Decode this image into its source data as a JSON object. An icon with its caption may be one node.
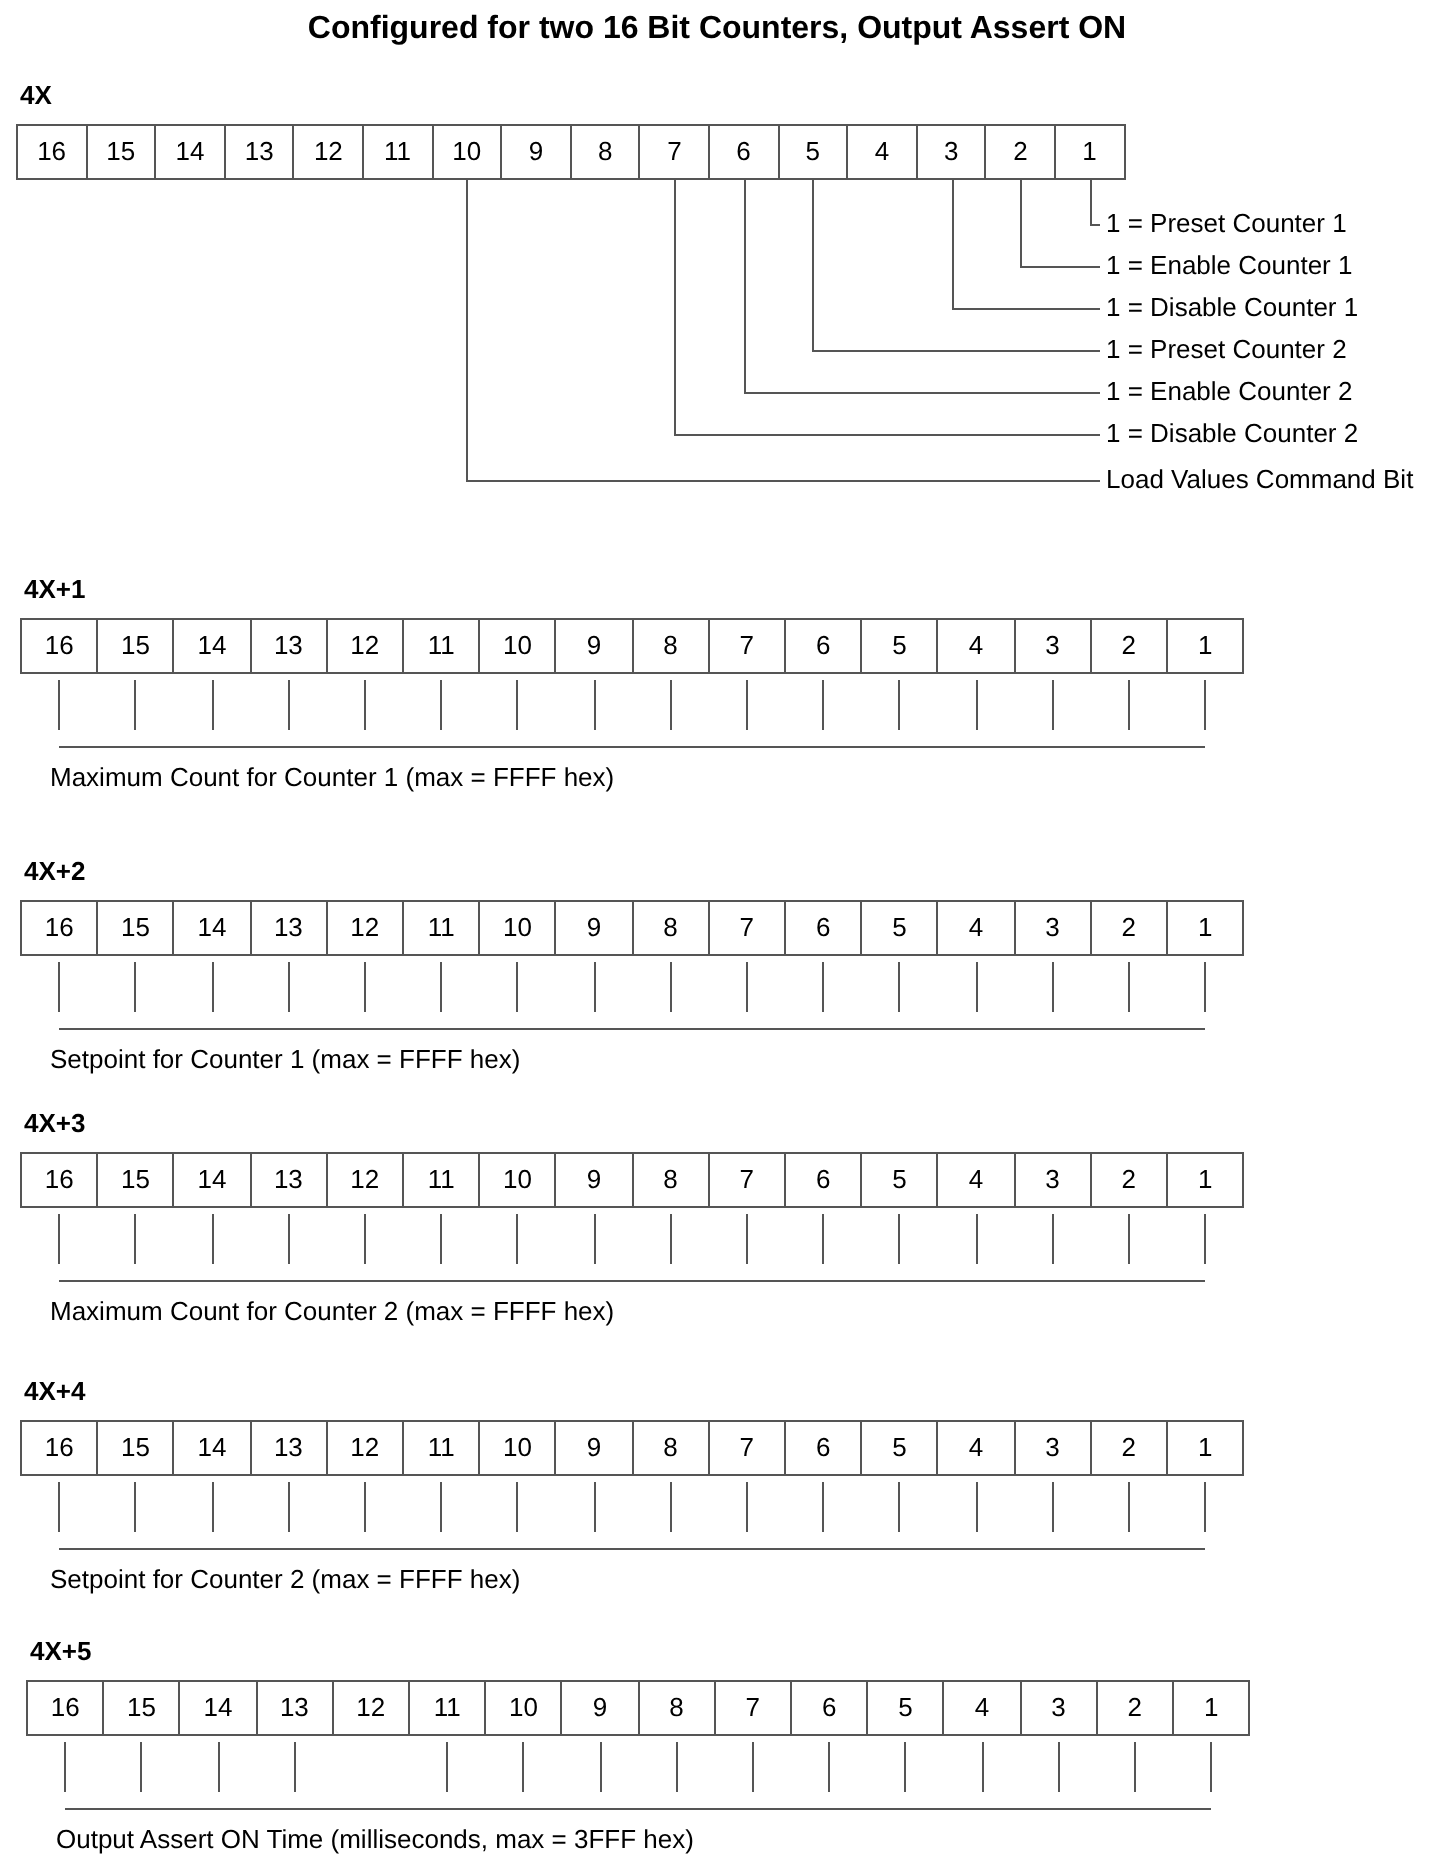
{
  "diagram": {
    "title": "Configured for two 16 Bit Counters, Output Assert ON",
    "nodes": [
      {
        "text": [
          "16"
        ]
      },
      {
        "text": [
          "15"
        ]
      },
      {
        "text": [
          "14"
        ]
      },
      {
        "text": [
          "13"
        ]
      },
      {
        "text": [
          "12"
        ]
      },
      {
        "text": [
          "11"
        ]
      },
      {
        "text": [
          "10"
        ]
      },
      {
        "text": [
          "9"
        ]
      },
      {
        "text": [
          "8"
        ]
      },
      {
        "text": [
          "7"
        ]
      },
      {
        "text": [
          "6"
        ]
      },
      {
        "text": [
          "5"
        ]
      },
      {
        "text": [
          "4"
        ]
      },
      {
        "text": [
          "3"
        ]
      },
      {
        "text": [
          "2"
        ]
      },
      {
        "text": [
          "1"
        ]
      },
      {
        "text": [
          "1 = Preset Counter 1"
        ]
      },
      {
        "text": [
          "1 = Enable Counter 1"
        ]
      },
      {
        "text": [
          "1 = Disable Counter 1"
        ]
      },
      {
        "text": [
          "1 = Preset Counter 2"
        ]
      },
      {
        "text": [
          "1 = Enable Counter 2"
        ]
      },
      {
        "text": [
          "1 = Disable Counter 2"
        ]
      },
      {
        "text": [
          "Load Values Command Bit"
        ]
      },
      {
        "text": [
          "16"
        ]
      },
      {
        "text": [
          "15"
        ]
      },
      {
        "text": [
          "14"
        ]
      },
      {
        "text": [
          "13"
        ]
      },
      {
        "text": [
          "12"
        ]
      },
      {
        "text": [
          "11"
        ]
      },
      {
        "text": [
          "10"
        ]
      },
      {
        "text": [
          "9"
        ]
      },
      {
        "text": [
          "8"
        ]
      },
      {
        "text": [
          "7"
        ]
      },
      {
        "text": [
          "6"
        ]
      },
      {
        "text": [
          "5"
        ]
      },
      {
        "text": [
          "4"
        ]
      },
      {
        "text": [
          "3"
        ]
      },
      {
        "text": [
          "2"
        ]
      },
      {
        "text": [
          "1"
        ]
      },
      {
        "text": [
          "16"
        ]
      },
      {
        "text": [
          "15"
        ]
      },
      {
        "text": [
          "14"
        ]
      },
      {
        "text": [
          "13"
        ]
      },
      {
        "text": [
          "12"
        ]
      },
      {
        "text": [
          "11"
        ]
      },
      {
        "text": [
          "10"
        ]
      },
      {
        "text": [
          "9"
        ]
      },
      {
        "text": [
          "8"
        ]
      },
      {
        "text": [
          "7"
        ]
      },
      {
        "text": [
          "6"
        ]
      },
      {
        "text": [
          "5"
        ]
      },
      {
        "text": [
          "4"
        ]
      },
      {
        "text": [
          "3"
        ]
      },
      {
        "text": [
          "2"
        ]
      },
      {
        "text": [
          "1"
        ]
      },
      {
        "text": [
          "16"
        ]
      },
      {
        "text": [
          "15"
        ]
      },
      {
        "text": [
          "14"
        ]
      },
      {
        "text": [
          "13"
        ]
      },
      {
        "text": [
          "12"
        ]
      },
      {
        "text": [
          "11"
        ]
      },
      {
        "text": [
          "10"
        ]
      },
      {
        "text": [
          "9"
        ]
      },
      {
        "text": [
          "8"
        ]
      },
      {
        "text": [
          "7"
        ]
      },
      {
        "text": [
          "6"
        ]
      },
      {
        "text": [
          "5"
        ]
      },
      {
        "text": [
          "4"
        ]
      },
      {
        "text": [
          "3"
        ]
      },
      {
        "text": [
          "2"
        ]
      },
      {
        "text": [
          "1"
        ]
      },
      {
        "text": [
          "16"
        ]
      },
      {
        "text": [
          "15"
        ]
      },
      {
        "text": [
          "14"
        ]
      },
      {
        "text": [
          "13"
        ]
      },
      {
        "text": [
          "12"
        ]
      },
      {
        "text": [
          "11"
        ]
      },
      {
        "text": [
          "10"
        ]
      },
      {
        "text": [
          "9"
        ]
      },
      {
        "text": [
          "8"
        ]
      },
      {
        "text": [
          "7"
        ]
      },
      {
        "text": [
          "6"
        ]
      },
      {
        "text": [
          "5"
        ]
      },
      {
        "text": [
          "4"
        ]
      },
      {
        "text": [
          "3"
        ]
      },
      {
        "text": [
          "2"
        ]
      },
      {
        "text": [
          "1"
        ]
      },
      {
        "text": [
          "16"
        ]
      },
      {
        "text": [
          "15"
        ]
      },
      {
        "text": [
          "14"
        ]
      },
      {
        "text": [
          "13"
        ]
      },
      {
        "text": [
          "12"
        ]
      },
      {
        "text": [
          "11"
        ]
      },
      {
        "text": [
          "10"
        ]
      },
      {
        "text": [
          "9"
        ]
      },
      {
        "text": [
          "8"
        ]
      },
      {
        "text": [
          "7"
        ]
      },
      {
        "text": [
          "6"
        ]
      },
      {
        "text": [
          "5"
        ]
      },
      {
        "text": [
          "4"
        ]
      },
      {
        "text": [
          "3"
        ]
      },
      {
        "text": [
          "2"
        ]
      },
      {
        "text": [
          "1"
        ]
      }
    ],
    "edges": [
      {
        "from": 15,
        "to": 16,
        "arrow": "none"
      },
      {
        "from": 14,
        "to": 17,
        "arrow": "none"
      },
      {
        "from": 13,
        "to": 18,
        "arrow": "none"
      },
      {
        "from": 11,
        "to": 19,
        "arrow": "none"
      },
      {
        "from": 10,
        "to": 20,
        "arrow": "none"
      },
      {
        "from": 9,
        "to": 21,
        "arrow": "none"
      },
      {
        "from": 6,
        "to": 22,
        "arrow": "none"
      }
    ],
    "labels": [
      "4X",
      "4X+1",
      "Maximum Count for Counter 1 (max = FFFF hex)",
      "4X+2",
      "Setpoint for Counter 1 (max = FFFF hex)",
      "4X+3",
      "Maximum Count for Counter 2 (max = FFFF hex)",
      "4X+4",
      "Setpoint for Counter 2 (max = FFFF hex)",
      "4X+5",
      "Output Assert ON Time (milliseconds, max = 3FFF hex)"
    ]
  }
}
